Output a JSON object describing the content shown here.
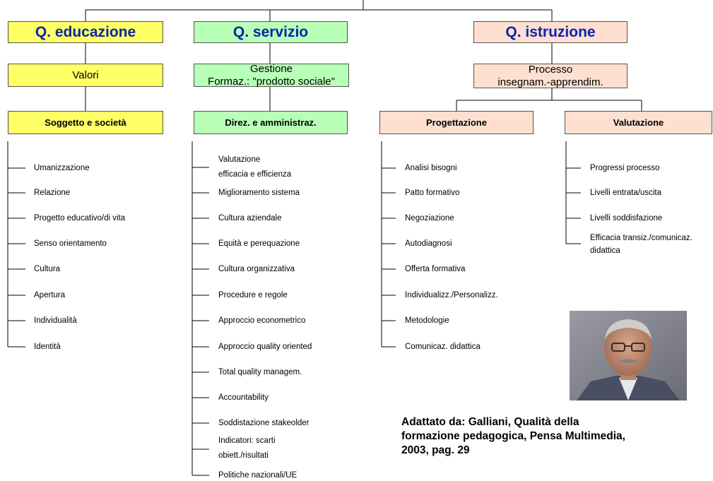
{
  "level1": {
    "educazione": "Q. educazione",
    "servizio": "Q. servizio",
    "istruzione": "Q. istruzione"
  },
  "level2": {
    "valori": "Valori",
    "gestione_line1": "Gestione",
    "gestione_line2": "Formaz.: \"prodotto sociale\"",
    "processo_line1": "Processo",
    "processo_line2": "insegnam.-apprendim."
  },
  "level3": {
    "soggetto": "Soggetto e società",
    "direzione": "Direz. e amministraz.",
    "progettazione": "Progettazione",
    "valutazione": "Valutazione"
  },
  "lists": {
    "soggetto": [
      "Umanizzazione",
      "Relazione",
      "Progetto educativo/di vita",
      "Senso orientamento",
      "Cultura",
      "Apertura",
      "Individualità",
      "Identità"
    ],
    "direzione": [
      "Valutazione",
      "efficacia e efficienza",
      "Miglioramento sistema",
      "Cultura aziendale",
      "Equità e perequazione",
      "Cultura organizzativa",
      "Procedure e regole",
      "Approccio econometrico",
      "Approccio quality oriented",
      "Total quality managem.",
      "Accountability",
      "Soddistazione stakeolder",
      "Indicatori: scarti",
      "obiett./risultati",
      "Politiche nazionali/UE"
    ],
    "progettazione": [
      "Analisi bisogni",
      "Patto formativo",
      "Negoziazione",
      "Autodiagnosi",
      "Offerta formativa",
      "Individualizz./Personalizz.",
      "Metodologie",
      "Comunicaz. didattica"
    ],
    "valutazione": [
      "Progressi processo",
      "Livelli entrata/uscita",
      "Livelli soddisfazione",
      "Efficacia transiz./comunicaz.",
      "didattica"
    ]
  },
  "caption": {
    "line1": "Adattato da: Galliani, Qualità della",
    "line2": "formazione pedagogica, Pensa Multimedia,",
    "line3": "2003, pag. 29"
  },
  "colors": {
    "educazione": "#ffff66",
    "servizio": "#b8ffb8",
    "istruzione": "#ffe0d0",
    "heading_text": "#0a26a8"
  }
}
